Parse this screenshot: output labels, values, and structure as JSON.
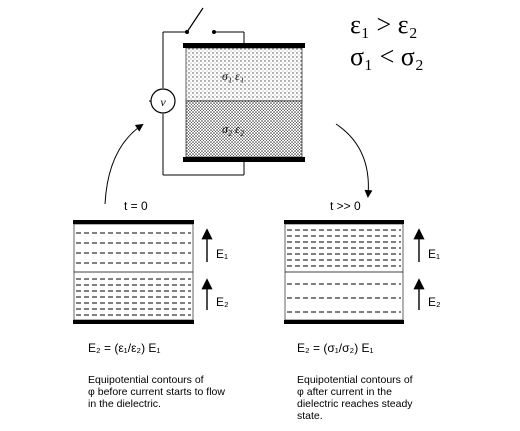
{
  "title_relations": {
    "eps": "ε₁ > ε₂",
    "sigma": "σ₁ < σ₂"
  },
  "capacitor": {
    "layer1": "σ₁ ε₁",
    "layer2": "σ₂ ε₂",
    "voltmeter": "v"
  },
  "left_panel": {
    "time": "t = 0",
    "field_top": "E₁",
    "field_bottom": "E₂",
    "formula": "E₂ = (ε₁/ε₂) E₁",
    "caption": [
      "Equipotential contours of",
      "φ before current starts to flow",
      "in the dielectric."
    ]
  },
  "right_panel": {
    "time": "t >> 0",
    "field_top": "E₁",
    "field_bottom": "E₂",
    "formula": "E₂ = (σ₁/σ₂) E₁",
    "caption": [
      "Equipotential contours of",
      "φ after current in the",
      "dielectric reaches steady",
      "state."
    ]
  }
}
